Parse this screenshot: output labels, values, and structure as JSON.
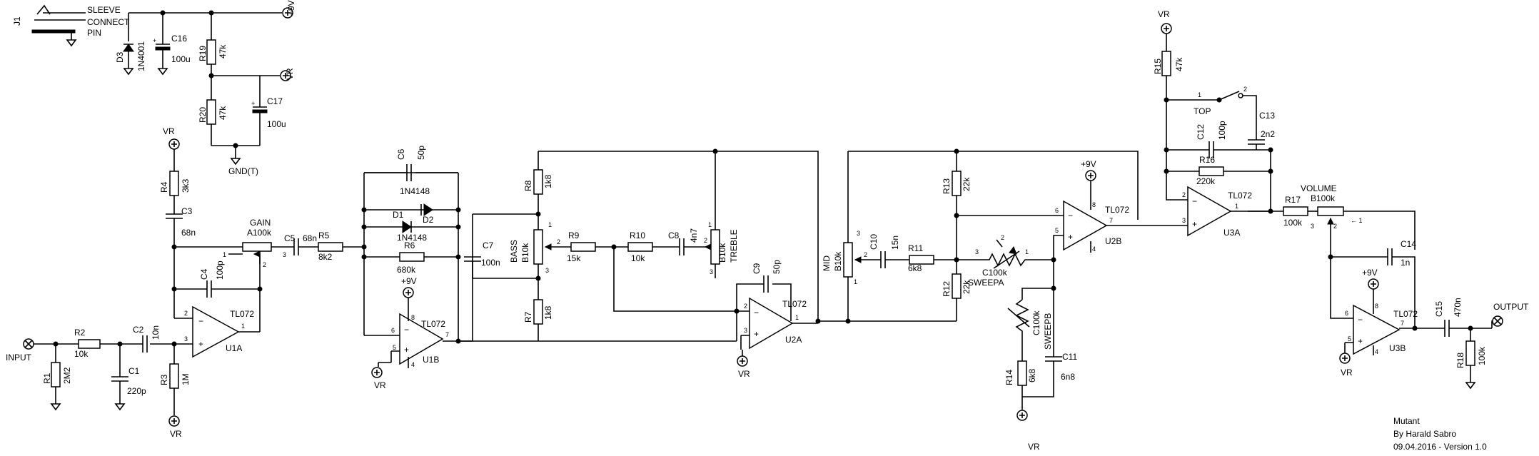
{
  "jack": {
    "ref": "J1",
    "sleeve": "SLEEVE",
    "connect": "CONNECT",
    "pin": "PIN"
  },
  "supply": {
    "d3": {
      "ref": "D3",
      "value": "1N4001"
    },
    "c16": {
      "ref": "C16",
      "value": "100u",
      "plus": "+"
    },
    "r19": {
      "ref": "R19",
      "value": "47k"
    },
    "r20": {
      "ref": "R20",
      "value": "47k"
    },
    "c17": {
      "ref": "C17",
      "value": "100u",
      "plus": "+"
    },
    "plus9v": "+9V",
    "vr": "VR",
    "gnd_t": "GND(T)"
  },
  "input_stage": {
    "input": "INPUT",
    "r1": {
      "ref": "R1",
      "value": "2M2"
    },
    "r2": {
      "ref": "R2",
      "value": "10k"
    },
    "c1": {
      "ref": "C1",
      "value": "220p"
    },
    "c2": {
      "ref": "C2",
      "value": "10n"
    },
    "r3": {
      "ref": "R3",
      "value": "1M"
    },
    "vr": "VR",
    "u1a": {
      "ref": "U1A",
      "type": "TL072"
    },
    "r4": {
      "ref": "R4",
      "value": "3k3"
    },
    "vr_top": "VR",
    "c3": {
      "ref": "C3",
      "value": "68n"
    },
    "c4": {
      "ref": "C4",
      "value": "100p"
    },
    "gain": {
      "name": "GAIN",
      "value": "A100k"
    },
    "c5": {
      "ref": "C5",
      "value": "68n"
    },
    "r5": {
      "ref": "R5",
      "value": "8k2"
    }
  },
  "clip_stage": {
    "c6": {
      "ref": "C6",
      "value": "50p"
    },
    "d1": "D1",
    "d2": "D2",
    "diode_a": "1N4148",
    "diode_b": "1N4148",
    "r6": {
      "ref": "R6",
      "value": "680k"
    },
    "u1b": {
      "ref": "U1B",
      "type": "TL072"
    },
    "plus9v": "+9V",
    "vr": "VR"
  },
  "tone_stack": {
    "c7": {
      "ref": "C7",
      "value": "100n"
    },
    "r8": {
      "ref": "R8",
      "value": "1k8"
    },
    "r7": {
      "ref": "R7",
      "value": "1k8"
    },
    "bass": {
      "name": "BASS",
      "value": "B10k"
    },
    "r9": {
      "ref": "R9",
      "value": "15k"
    },
    "r10": {
      "ref": "R10",
      "value": "10k"
    },
    "c8": {
      "ref": "C8",
      "value": "4n7"
    },
    "treble": {
      "name": "TREBLE",
      "value": "B10k"
    },
    "c9": {
      "ref": "C9",
      "value": "50p"
    },
    "u2a": {
      "ref": "U2A",
      "type": "TL072"
    },
    "vr": "VR"
  },
  "sweep_stage": {
    "mid": {
      "name": "MID",
      "value": "B10k"
    },
    "c10": {
      "ref": "C10",
      "value": "15n"
    },
    "r11": {
      "ref": "R11",
      "value": "6k8"
    },
    "r13": {
      "ref": "R13",
      "value": "22k"
    },
    "r12": {
      "ref": "R12",
      "value": "22k"
    },
    "sweepa": {
      "name": "SWEEPA",
      "value": "C100k"
    },
    "sweepb": {
      "name": "SWEEPB",
      "value": "C100k"
    },
    "r14": {
      "ref": "R14",
      "value": "6k8"
    },
    "c11": {
      "ref": "C11",
      "value": "6n8"
    },
    "u2b": {
      "ref": "U2B",
      "type": "TL072"
    },
    "plus9v": "+9V",
    "vr": "VR"
  },
  "output_stage": {
    "vr": "VR",
    "r15": {
      "ref": "R15",
      "value": "47k"
    },
    "top": "TOP",
    "c12": {
      "ref": "C12",
      "value": "100p"
    },
    "c13": {
      "ref": "C13",
      "value": "2n2"
    },
    "r16": {
      "ref": "R16",
      "value": "220k"
    },
    "u3a": {
      "ref": "U3A",
      "type": "TL072"
    },
    "r17": {
      "ref": "R17",
      "value": "100k"
    },
    "volume": {
      "name": "VOLUME",
      "value": "B100k"
    },
    "c14": {
      "ref": "C14",
      "value": "1n"
    },
    "u3b": {
      "ref": "U3B",
      "type": "TL072"
    },
    "plus9v": "+9V",
    "c15": {
      "ref": "C15",
      "value": "470n"
    },
    "r18": {
      "ref": "R18",
      "value": "100k"
    },
    "output": "OUTPUT"
  },
  "title_block": {
    "name": "Mutant",
    "author": "By Harald Sabro",
    "date": "09.04.2016 - Version 1.0"
  }
}
